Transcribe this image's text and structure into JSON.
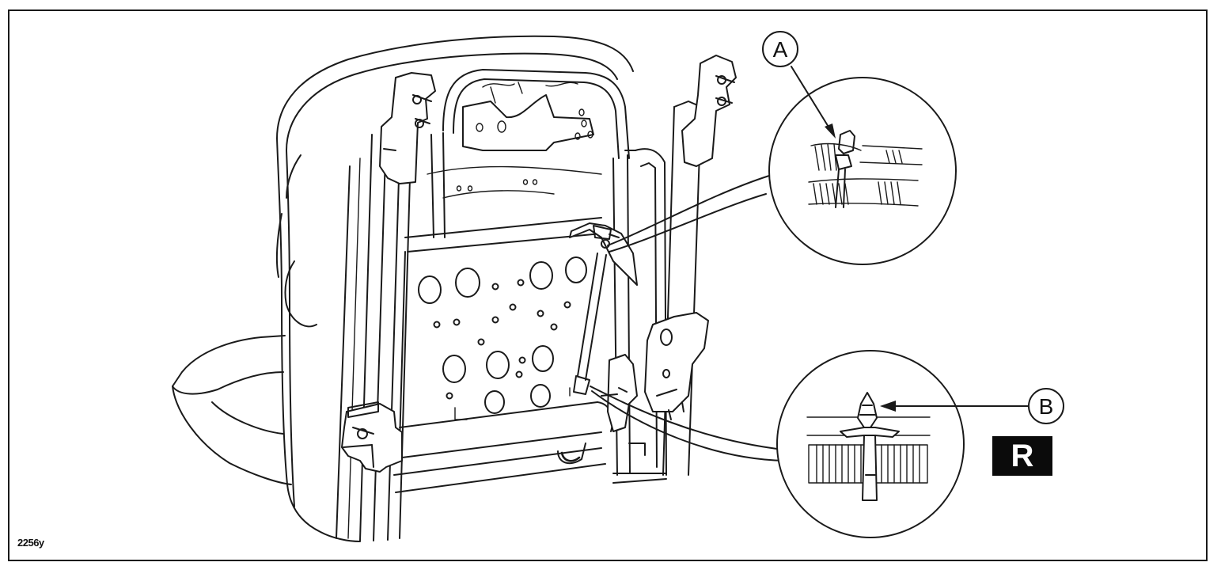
{
  "callouts": {
    "a": "A",
    "b": "B"
  },
  "badge": "R",
  "figure_code": "2256y"
}
